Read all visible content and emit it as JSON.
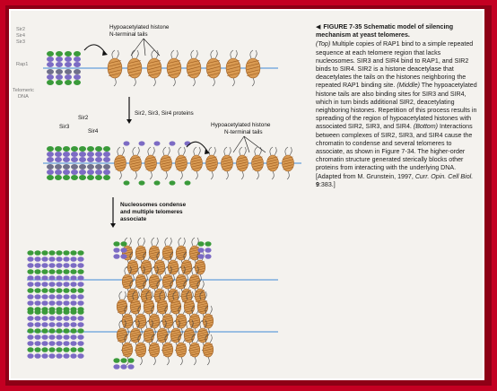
{
  "caption": {
    "figure_label": "FIGURE 7-35",
    "title": "Schematic model of silencing mechanism at yeast telomeres.",
    "body": [
      {
        "italic": true,
        "text": "(Top)"
      },
      {
        "italic": false,
        "text": " Multiple copies of RAP1 bind to a simple repeated sequence at each telomere region that lacks nucleosomes. SIR3 and SIR4 bind to RAP1, and SIR2 binds to SIR4. SIR2 is a histone deacetylase that deacetylates the tails on the histones neighboring the repeated RAP1 binding site. "
      },
      {
        "italic": true,
        "text": "(Middle)"
      },
      {
        "italic": false,
        "text": " The hypoacetylated histone tails are also binding sites for SIR3 and SIR4, which in turn binds additional SIR2, deacetylating neighboring histones. Repetition of this process results in spreading of the region of hypoacetylated histones with associated SIR2, SIR3, and SIR4. "
      },
      {
        "italic": true,
        "text": "(Bottom)"
      },
      {
        "italic": false,
        "text": " Interactions between complexes of SIR2, SIR3, and SIR4 cause the chromatin to condense and several telomeres to associate, as shown in Figure 7-34. The higher-order chromatin structure generated sterically blocks other proteins from interacting with the underlying DNA. [Adapted from M. Grunstein, 1997, "
      },
      {
        "italic": true,
        "text": "Curr. Opin. Cell Biol."
      },
      {
        "italic": false,
        "text": " "
      },
      {
        "italic": false,
        "bold": true,
        "text": "9"
      },
      {
        "italic": false,
        "text": ":383.]"
      }
    ]
  },
  "labels": {
    "top_side_sir2": "Sir2",
    "top_side_sir4": "Sir4",
    "top_side_sir3": "Sir3",
    "top_side_rap1": "Rap1",
    "top_side_telomeric": "Telomeric",
    "top_side_dna": "DNA",
    "top_tails": "Hypoacetylated histone",
    "top_tails_2": "N-terminal tails",
    "step1": "Sir2, Sir3, Sir4 proteins",
    "mid_sir3": "Sir3",
    "mid_sir2": "Sir2",
    "mid_sir4": "Sir4",
    "mid_tails": "Hypoacetylated histone",
    "mid_tails_2": "N-terminal tails",
    "step2_1": "Nucleosomes condense",
    "step2_2": "and multiple telomeres",
    "step2_3": "associate"
  },
  "colors": {
    "frame": "#c40022",
    "nucleosome": "#d99a52",
    "nucleosome_stripe": "#9b5a1e",
    "sir3": "#7c6bc4",
    "sir4": "#7c6bc4",
    "sir2": "#3a9a3a",
    "rap1": "#6f6f8a",
    "dna": "#3f8ad6"
  }
}
